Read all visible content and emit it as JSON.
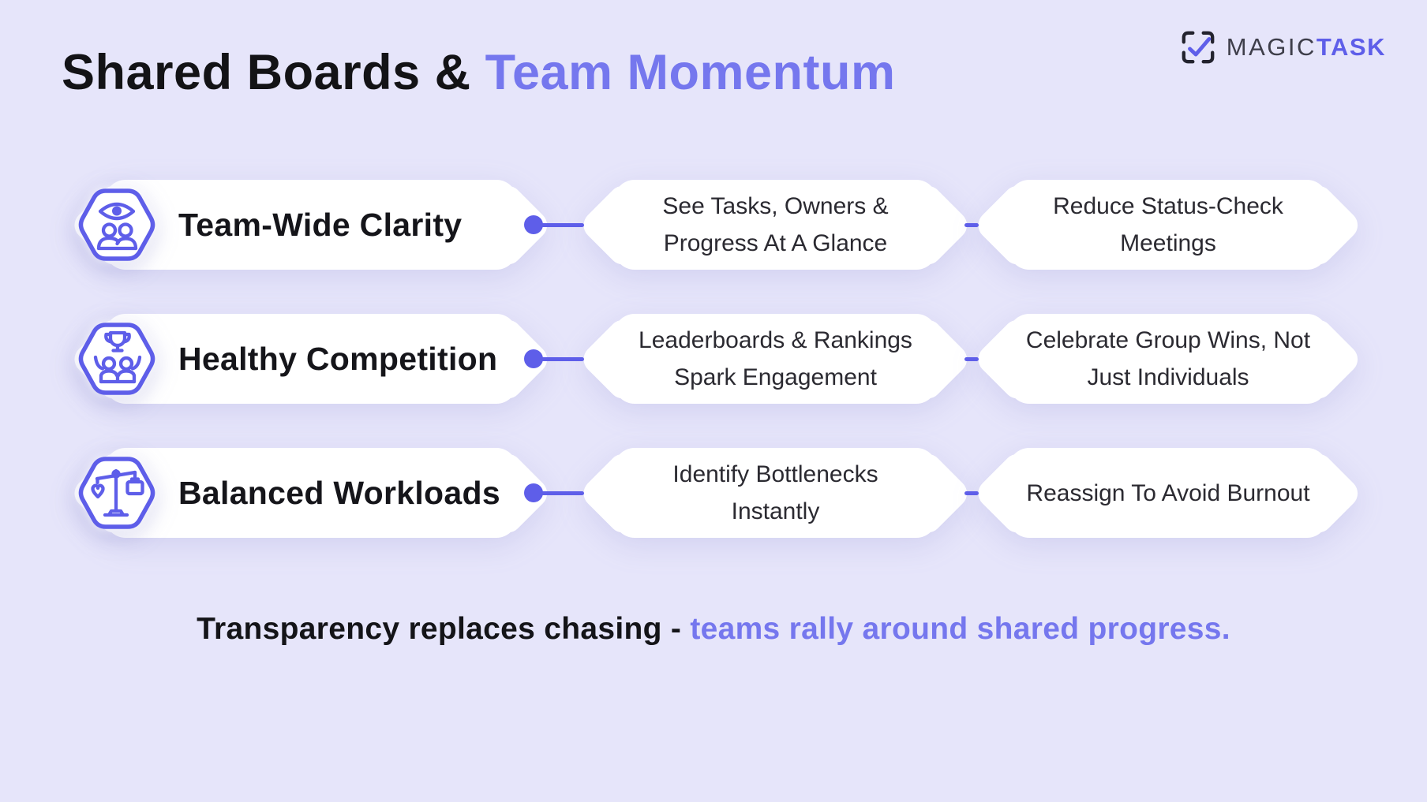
{
  "colors": {
    "bg": "#E6E5FA",
    "accent": "#5E5EE9",
    "title_accent": "#7577EE",
    "pill_bg": "#FFFFFF",
    "body_text": "#2B2A31",
    "label_text": "#15151A",
    "logo_text": "#3E3E4A",
    "logo_ink": "#23232E"
  },
  "header": {
    "title_black": "Shared Boards & ",
    "title_accent": "Team Momentum"
  },
  "logo": {
    "brand_first": "MAGIC",
    "brand_second": "TASK",
    "icon": "checkbox-check-icon"
  },
  "rows": [
    {
      "icon": "visibility-team-icon",
      "label": "Team-Wide Clarity",
      "step1": [
        "See Tasks, Owners &",
        "Progress At A Glance"
      ],
      "step2": [
        "Reduce Status-Check",
        "Meetings"
      ]
    },
    {
      "icon": "trophy-winners-icon",
      "label": "Healthy Competition",
      "step1": [
        "Leaderboards & Rankings",
        "Spark Engagement"
      ],
      "step2": [
        "Celebrate Group Wins, Not",
        "Just Individuals"
      ]
    },
    {
      "icon": "balance-scale-icon",
      "label": "Balanced Workloads",
      "step1": [
        "Identify Bottlenecks",
        "Instantly"
      ],
      "step2": [
        "Reassign To Avoid Burnout",
        ""
      ]
    }
  ],
  "footer": {
    "text_black": "Transparency replaces chasing - ",
    "text_accent": "teams rally around shared progress."
  }
}
